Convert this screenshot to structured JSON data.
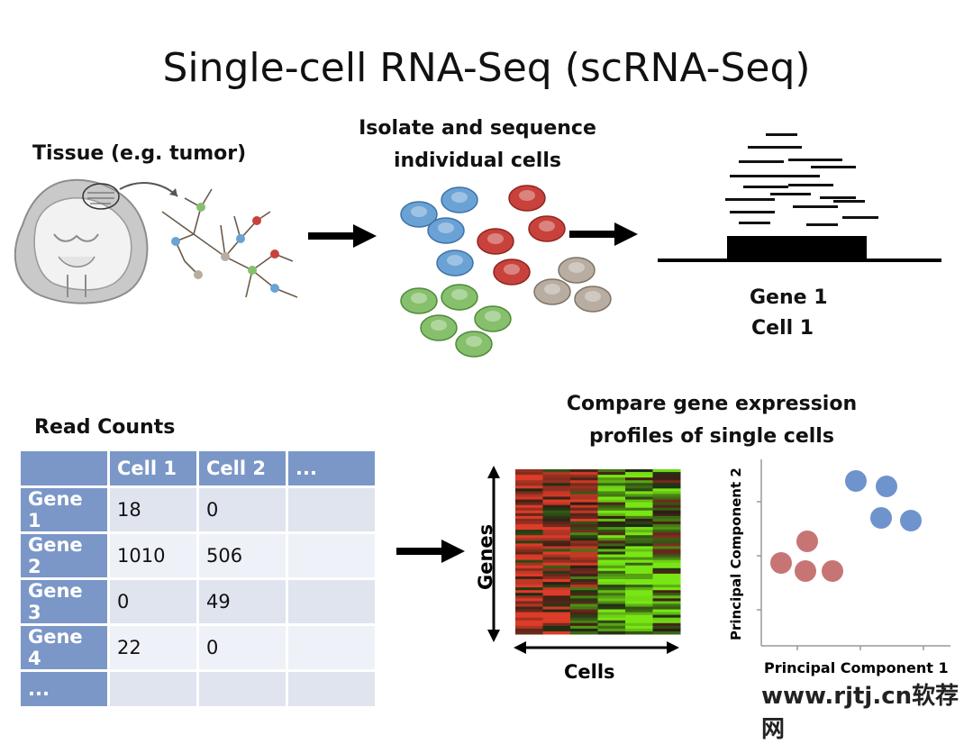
{
  "title": "Single-cell RNA-Seq (scRNA-Seq)",
  "tissue_label": "Tissue (e.g. tumor)",
  "isolate_label_line1": "Isolate and sequence",
  "isolate_label_line2": "individual cells",
  "gene_label": "Gene 1",
  "cell_label": "Cell 1",
  "read_counts_label": "Read Counts",
  "compare_line1": "Compare gene expression",
  "compare_line2": "profiles of single cells",
  "heatmap": {
    "y_label": "Genes",
    "x_label": "Cells"
  },
  "pca": {
    "x_label": "Principal Component 1",
    "y_label": "Principal Component 2"
  },
  "table": {
    "header": [
      "",
      "Cell 1",
      "Cell 2",
      "..."
    ],
    "rows": [
      [
        "Gene 1",
        "18",
        "0",
        ""
      ],
      [
        "Gene 2",
        "1010",
        "506",
        ""
      ],
      [
        "Gene 3",
        "0",
        "49",
        ""
      ],
      [
        "Gene 4",
        "22",
        "0",
        ""
      ],
      [
        "...",
        "",
        "",
        ""
      ]
    ]
  },
  "colors": {
    "table_header": "#7b97c8",
    "cell_blue": "#6aa2d6",
    "cell_red": "#c8423b",
    "cell_tan": "#b8ada0",
    "cell_green": "#86c06c",
    "pca_blue": "#6f93cc",
    "pca_red": "#c77574"
  },
  "watermark": "www.rjtj.cn软荐网"
}
